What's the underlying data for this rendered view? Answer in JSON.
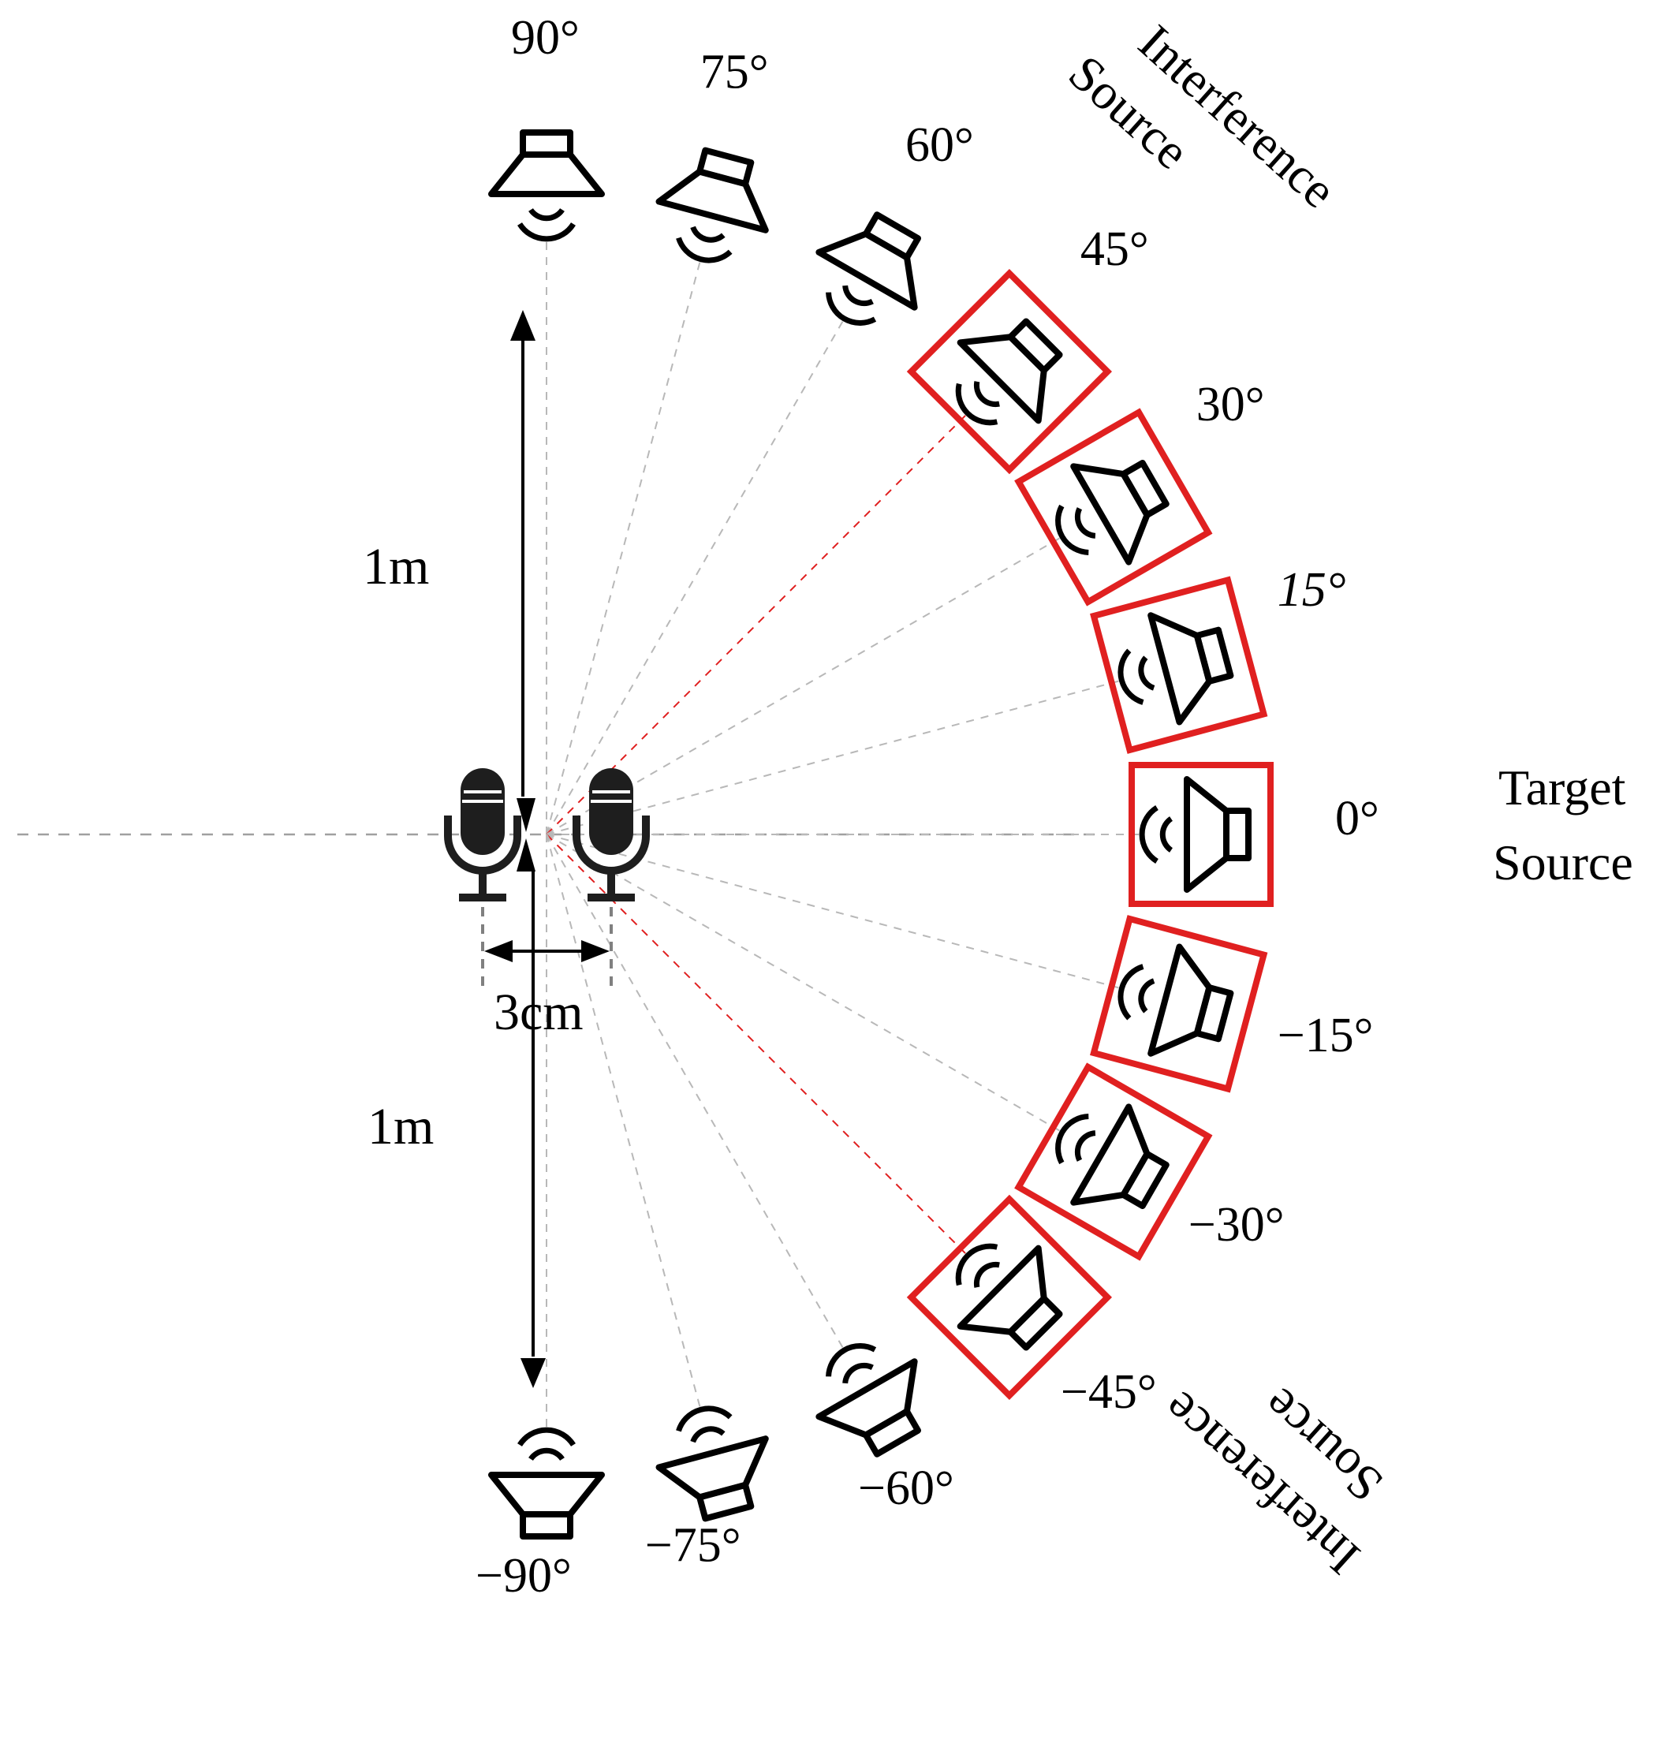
{
  "labels": {
    "target_line1": "Target",
    "target_line2": "Source",
    "interference_top_line1": "Interference",
    "interference_top_line2": "Source",
    "interference_bottom_line1": "Interference",
    "interference_bottom_line2": "Source",
    "distance_up": "1m",
    "distance_down": "1m",
    "mic_spacing": "3cm"
  },
  "sources": [
    {
      "angle": 90,
      "label": "90°",
      "highlighted": false
    },
    {
      "angle": 75,
      "label": "75°",
      "highlighted": false
    },
    {
      "angle": 60,
      "label": "60°",
      "highlighted": false
    },
    {
      "angle": 45,
      "label": "45°",
      "highlighted": true
    },
    {
      "angle": 30,
      "label": "30°",
      "highlighted": true
    },
    {
      "angle": 15,
      "label": "15°",
      "highlighted": true
    },
    {
      "angle": 0,
      "label": "0°",
      "highlighted": true
    },
    {
      "angle": -15,
      "label": "−15°",
      "highlighted": true
    },
    {
      "angle": -30,
      "label": "−30°",
      "highlighted": true
    },
    {
      "angle": -45,
      "label": "−45°",
      "highlighted": true
    },
    {
      "angle": -60,
      "label": "−60°",
      "highlighted": false
    },
    {
      "angle": -75,
      "label": "−75°",
      "highlighted": false
    },
    {
      "angle": -90,
      "label": "−90°",
      "highlighted": false
    }
  ],
  "colors": {
    "highlight": "#e02020",
    "icon": "#000000",
    "ray": "#b8b8b8",
    "ray_highlight": "#e02020",
    "axis": "#999999",
    "mic_body": "#1e1e1e"
  },
  "icons": {
    "speaker": "speaker-icon",
    "microphone": "microphone-icon"
  }
}
